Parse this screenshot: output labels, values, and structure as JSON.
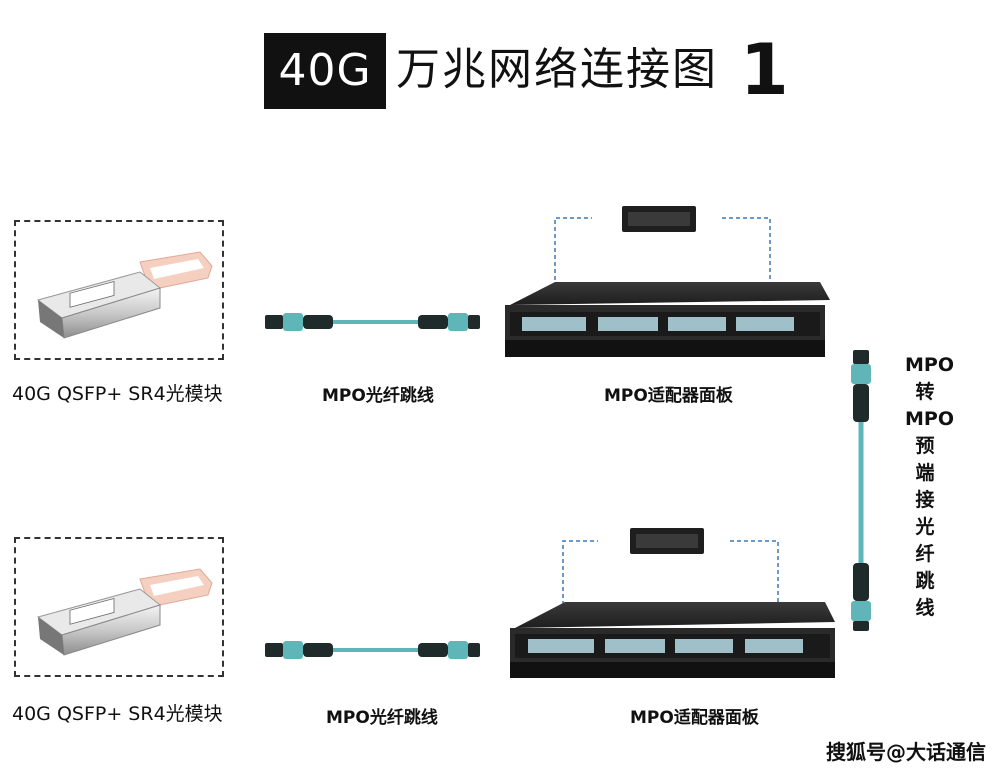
{
  "header": {
    "badge": "40G",
    "title": "万兆网络连接图",
    "number": "1"
  },
  "rows": [
    {
      "module_label": "40G QSFP+ SR4光模块",
      "cable_label": "MPO光纤跳线",
      "panel_label": "MPO适配器面板"
    },
    {
      "module_label": "40G QSFP+ SR4光模块",
      "cable_label": "MPO光纤跳线",
      "panel_label": "MPO适配器面板"
    }
  ],
  "trunk_label": [
    "MPO",
    "转",
    "MPO",
    "预",
    "端",
    "接",
    "光",
    "纤",
    "跳",
    "线"
  ],
  "footer": {
    "credit": "搜狐号@大话通信"
  },
  "colors": {
    "fiber": "#5fb5b8",
    "connector": "#1f2a2a",
    "panel": "#2b2b2b",
    "dashed_line": "#3a78b8"
  }
}
